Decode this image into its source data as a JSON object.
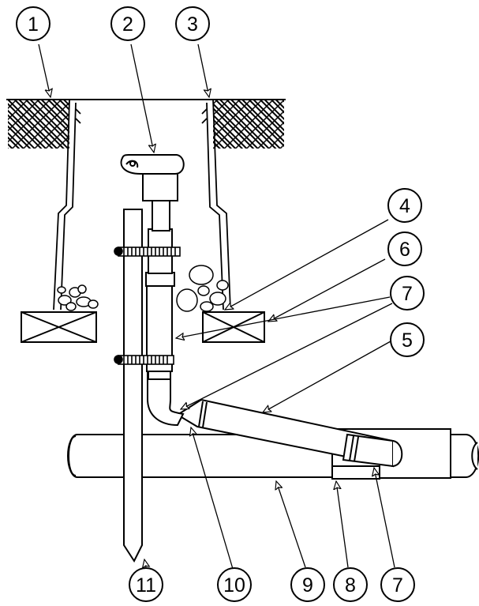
{
  "callouts": {
    "c1": "1",
    "c2": "2",
    "c3": "3",
    "c4": "4",
    "c5": "5",
    "c6": "6",
    "c7a": "7",
    "c7b": "7",
    "c8": "8",
    "c9": "9",
    "c10": "10",
    "c11": "11"
  },
  "colors": {
    "stroke": "#000000",
    "background": "#ffffff"
  }
}
